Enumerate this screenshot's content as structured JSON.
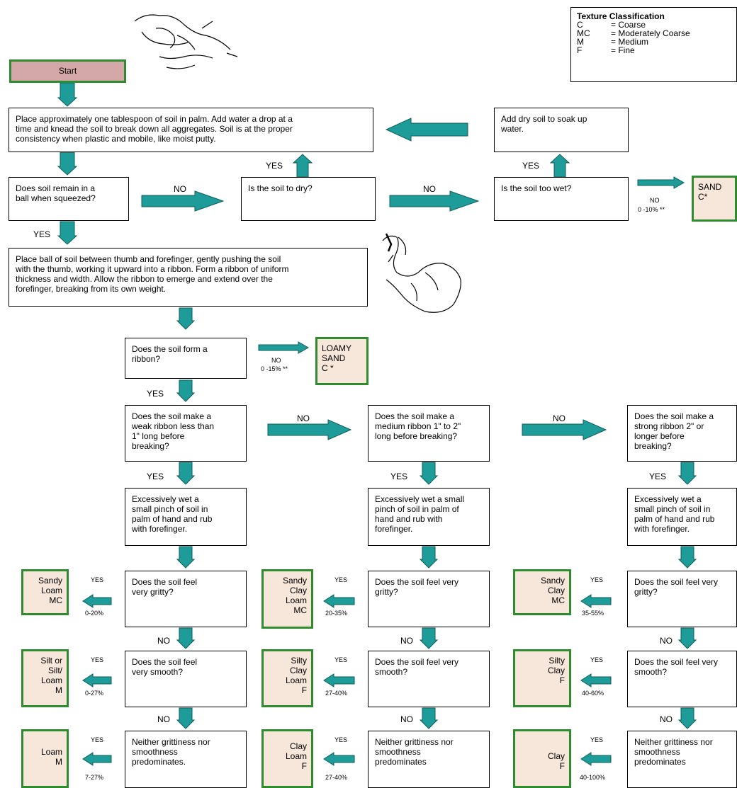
{
  "legend": {
    "title": "Texture Classification",
    "rows": [
      {
        "code": "C",
        "meaning": "= Coarse"
      },
      {
        "code": "MC",
        "meaning": "= Moderately Coarse"
      },
      {
        "code": "M",
        "meaning": "= Medium"
      },
      {
        "code": "F",
        "meaning": "= Fine"
      }
    ]
  },
  "start": "Start",
  "boxes": {
    "place_soil": "Place approximately one tablespoon of soil in palm. Add water a drop at a\ntime and knead the soil to break down all aggregates. Soil is at the proper\nconsistency when plastic and mobile, like moist putty.",
    "add_dry": "Add dry soil to soak up\nwater.",
    "ball_q": "Does soil remain in a\nball when squeezed?",
    "dry_q": "Is the soil to dry?",
    "wet_q": "Is the soil too wet?",
    "ribbon_instr": "Place ball of soil between thumb and forefinger, gently pushing the soil\nwith the thumb, working it upward into a ribbon. Form a ribbon of uniform\nthickness and width. Allow the ribbon to emerge and extend over the\nforefinger, breaking from its own weight.",
    "form_ribbon_q": "Does the soil form a\nribbon?",
    "weak_q": "Does the soil make a\nweak ribbon less than\n1\" long before\nbreaking?",
    "medium_q": "Does the soil make a\nmedium ribbon 1\" to 2\"\nlong before breaking?",
    "strong_q": "Does the soil make a\nstrong ribbon 2\" or\nlonger before\nbreaking?",
    "wet1": "Excessively wet a\nsmall pinch of soil in\npalm of hand and rub\nwith forefinger.",
    "wet2": "Excessively wet a small\npinch of soil in palm of\nhand and rub with\nforefinger.",
    "wet3": "Excessively wet a\nsmall pinch of soil in\npalm of hand and rub\nwith forefinger.",
    "gritty1": "Does the soil feel\nvery gritty?",
    "gritty2": "Does the soil feel very\ngritty?",
    "gritty3": "Does the soil feel very\ngritty?",
    "smooth1": "Does the soil feel\nvery smooth?",
    "smooth2": "Does the soil feel very\nsmooth?",
    "smooth3": "Does the soil feel very\nsmooth?",
    "neither1": "Neither grittiness nor\nsmoothness\npredominates.",
    "neither2": "Neither grittiness nor\nsmoothness\npredominates",
    "neither3": "Neither grittiness nor\nsmoothness\npredominates"
  },
  "results": {
    "sand": "SAND\nC*",
    "loamy_sand": "LOAMY\nSAND\nC *",
    "sandy_loam": "Sandy\nLoam\nMC",
    "sandy_clay_loam": "Sandy\nClay\nLoam\nMC",
    "sandy_clay": "Sandy\nClay\nMC",
    "silt_loam": "Silt or\nSilt/\nLoam\nM",
    "silty_clay_loam": "Silty\nClay\nLoam\nF",
    "silty_clay": "Silty\nClay\nF",
    "loam": "Loam\nM",
    "clay_loam": "Clay\nLoam\nF",
    "clay": "Clay\nF"
  },
  "labels": {
    "yes": "YES",
    "no": "NO",
    "sand_pct": "0 -10% **",
    "loamy_sand_pct": "0 -15% **",
    "sandy_loam_pct": "0-20%",
    "sandy_clay_loam_pct": "20-35%",
    "sandy_clay_pct": "35-55%",
    "silt_loam_pct": "0-27%",
    "silty_clay_loam_pct": "27-40%",
    "silty_clay_pct": "40-60%",
    "loam_pct": "7-27%",
    "clay_loam_pct": "27-40%",
    "clay_pct": "40-100%"
  },
  "colors": {
    "arrow_fill": "#1e9c9a",
    "result_border": "#2e8b2e",
    "result_fill": "#f7e6da",
    "start_fill": "#d4a7a9"
  }
}
